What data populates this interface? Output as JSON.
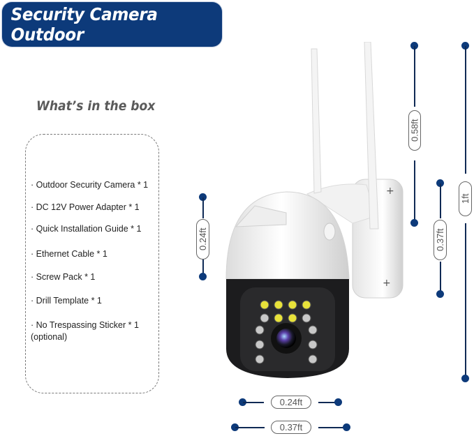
{
  "header": {
    "title": "Security Camera Outdoor",
    "banner_color": "#0d3a7a"
  },
  "box_contents": {
    "heading": "What’s in the box",
    "items": [
      "· Outdoor Security Camera * 1",
      "· DC 12V Power Adapter * 1",
      "· Quick Installation Guide * 1",
      "· Ethernet Cable * 1",
      "· Screw Pack * 1",
      "· Drill Template * 1",
      "· No Trespassing Sticker * 1 (optional)"
    ]
  },
  "dimensions": {
    "antenna_height": "0.58ft",
    "total_height": "1ft",
    "mount_height": "0.37ft",
    "dome_height": "0.24ft",
    "lens_width": "0.24ft",
    "base_width": "0.37ft",
    "line_color": "#0f2a55",
    "dot_color": "#0d3a7a"
  },
  "product_image": {
    "icon": "ptz-dome-camera-icon",
    "led_colors": {
      "warm": "#e8e23a",
      "ir": "#c8c8c8"
    },
    "body_color_top": "#ffffff",
    "body_color_bottom": "#1c1c1e"
  }
}
